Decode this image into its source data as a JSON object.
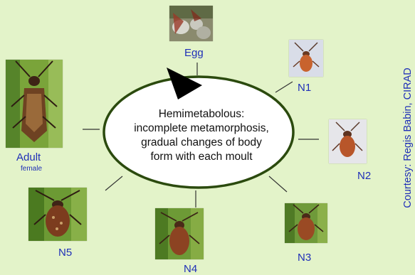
{
  "center": {
    "lines": [
      "Hemimetabolous:",
      "incomplete metamorphosis,",
      "gradual changes of body",
      "form with each moult"
    ]
  },
  "stages": {
    "egg": "Egg",
    "n1": "N1",
    "n2": "N2",
    "n3": "N3",
    "n4": "N4",
    "n5": "N5",
    "adult": "Adult",
    "adult_sub": "female"
  },
  "credit": "Courtesy: Regis Babin, CIRAD",
  "colors": {
    "background": "#e3f3c9",
    "label": "#1f2fb8",
    "ellipse_fill": "#ffffff",
    "ellipse_stroke": "#2b4a0e"
  }
}
